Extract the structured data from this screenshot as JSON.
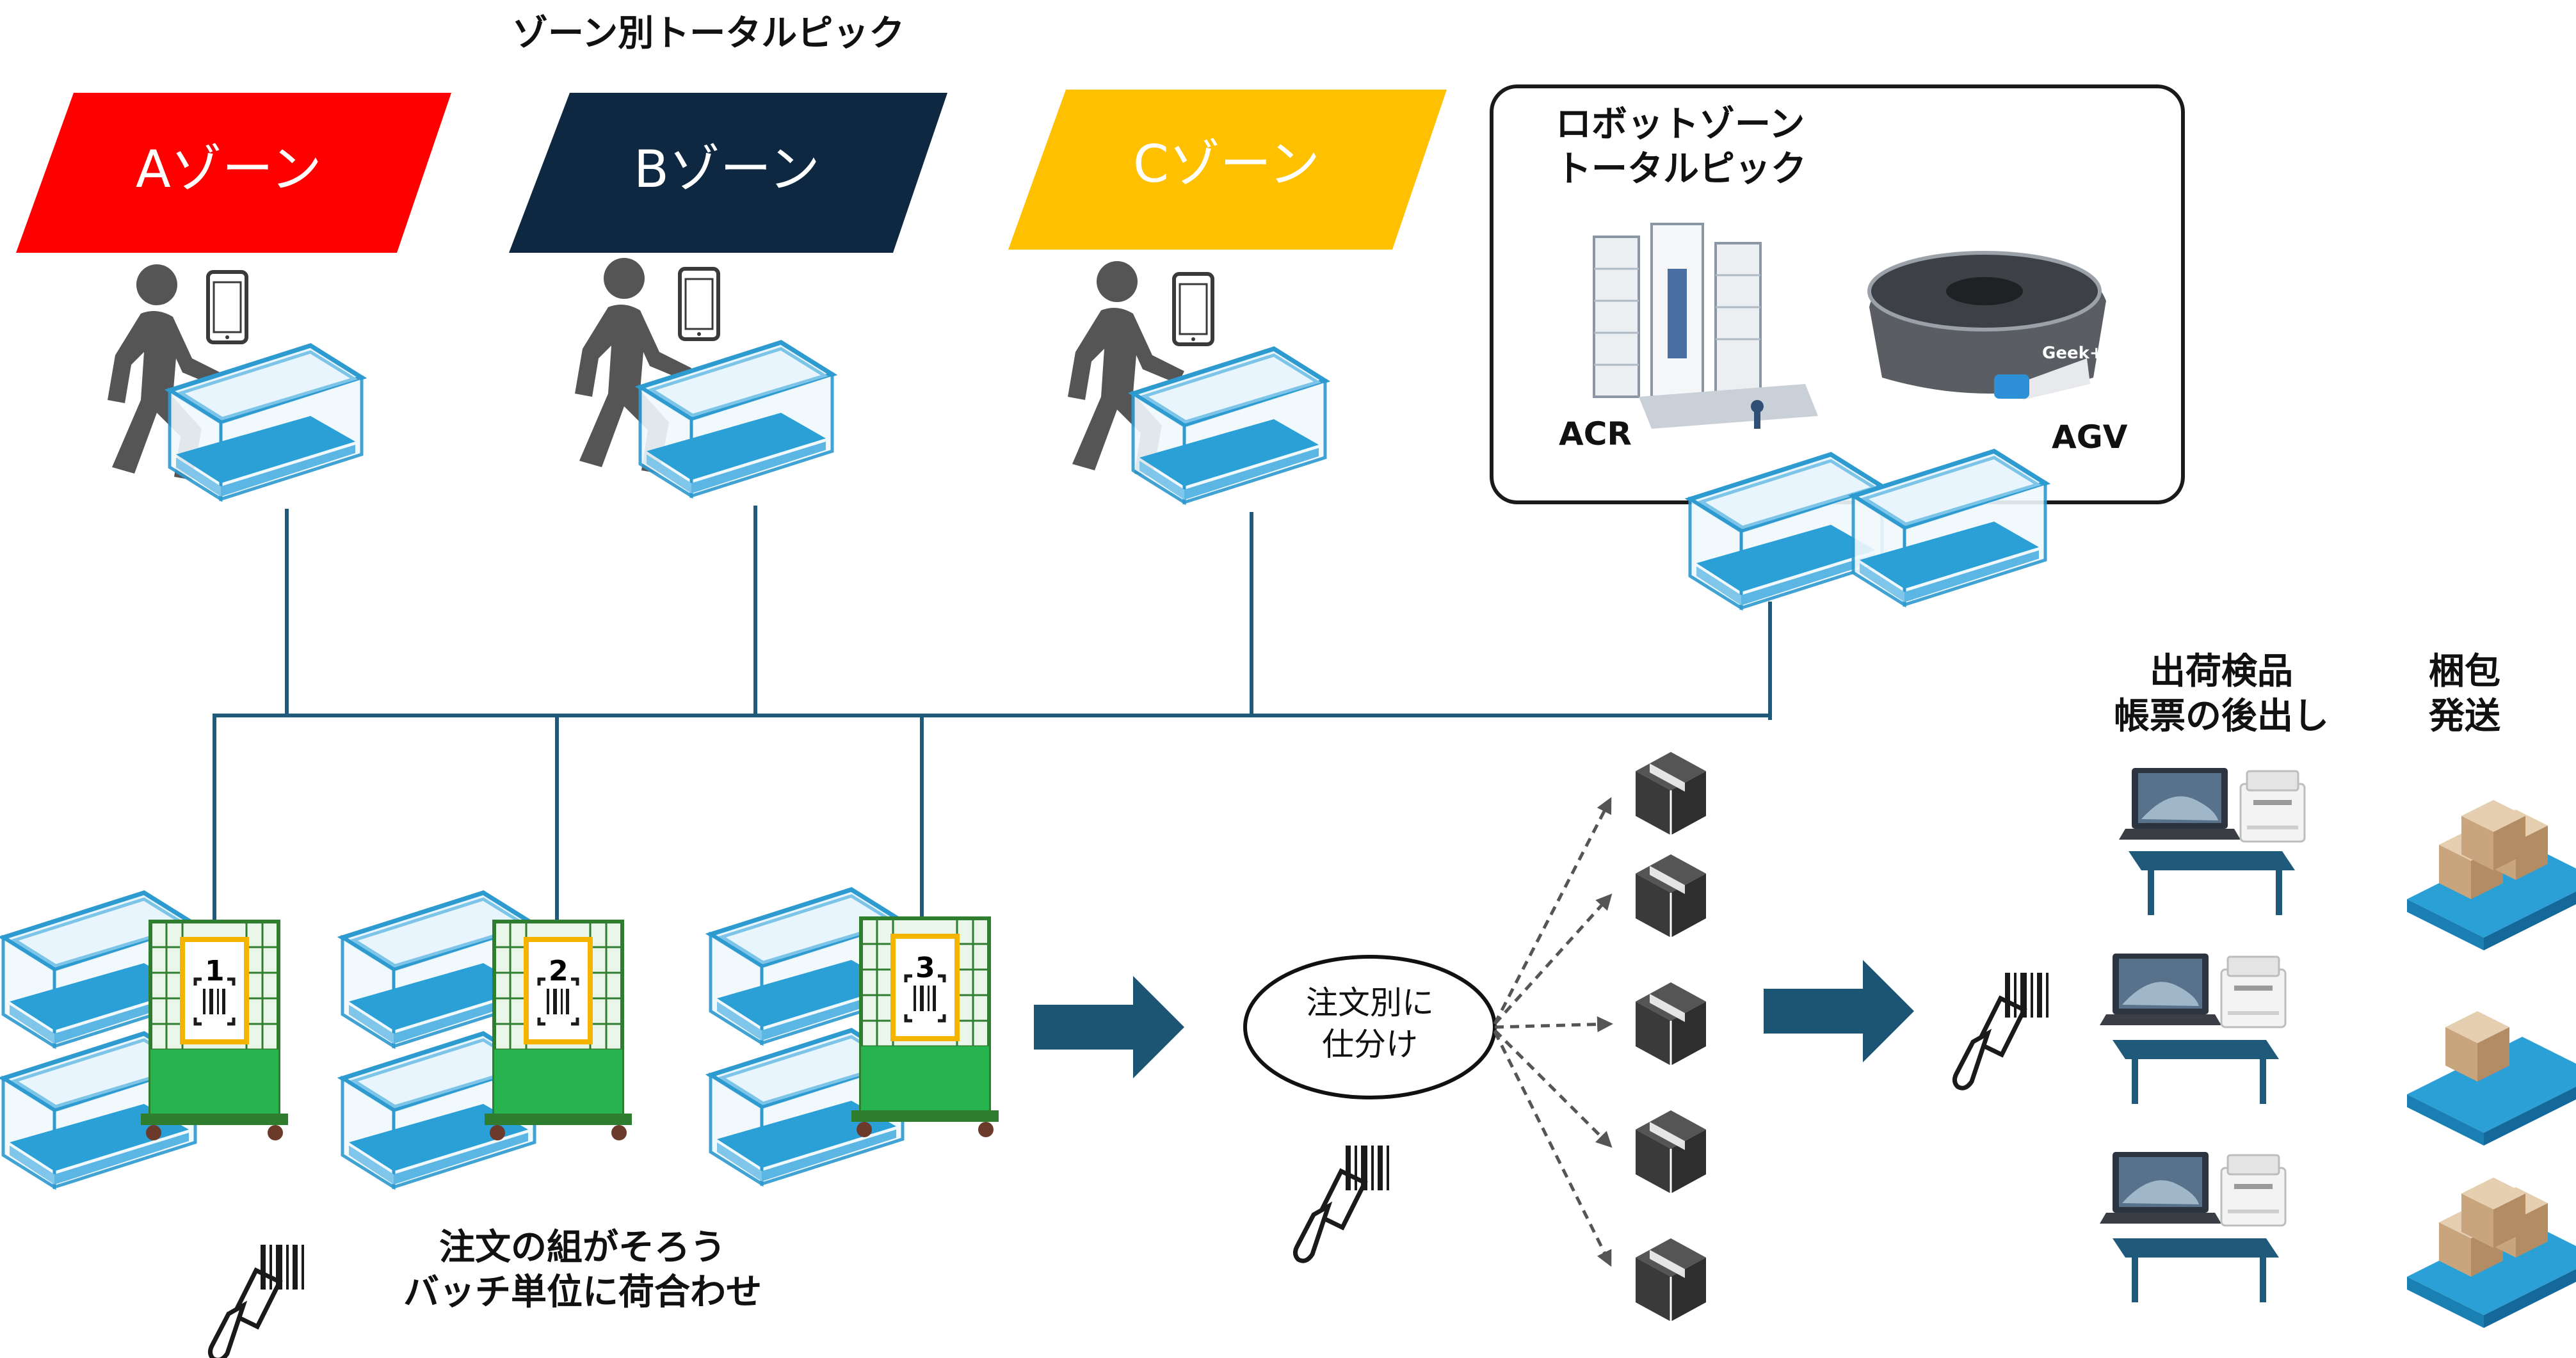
{
  "title": "ゾーン別トータルピック",
  "zones": [
    {
      "label": "Aゾーン",
      "color": "#ff0000",
      "text_color": "#ffffff"
    },
    {
      "label": "Bゾーン",
      "color": "#0e2841",
      "text_color": "#ffffff"
    },
    {
      "label": "Cゾーン",
      "color": "#ffc000",
      "text_color": "#ffffff"
    }
  ],
  "robot_zone": {
    "title_lines": [
      "ロボットゾーン",
      "トータルピック"
    ],
    "acr_label": "ACR",
    "agv_label": "AGV",
    "agv_brand": "Geek+"
  },
  "carts": [
    {
      "number": "1"
    },
    {
      "number": "2"
    },
    {
      "number": "3"
    }
  ],
  "batch_caption": [
    "注文の組がそろう",
    "バッチ単位に荷合わせ"
  ],
  "sort_node": [
    "注文別に",
    "仕分け"
  ],
  "inspection_caption": [
    "出荷検品",
    "帳票の後出し"
  ],
  "shipping_caption": [
    "梱包",
    "発送"
  ],
  "colors": {
    "line": "#1f5a7a",
    "arrow": "#1c5573",
    "box_icon": "#3f3f3f",
    "tote_blue": "#2aa0d6"
  },
  "icons": [
    "walking-person-icon",
    "smartphone-icon",
    "tote-icon",
    "barcode-scanner-icon",
    "parcel-box-icon",
    "laptop-icon",
    "printer-icon",
    "pallet-icon"
  ]
}
